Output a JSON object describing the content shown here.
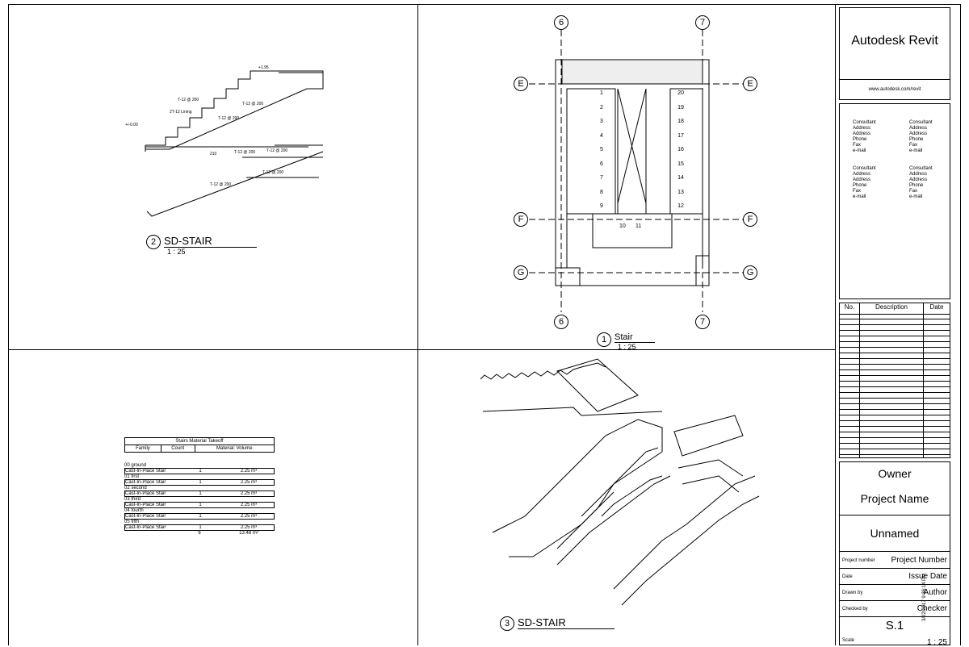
{
  "views": {
    "v2": {
      "number": "2",
      "name": "SD-STAIR",
      "scale": "1 : 25"
    },
    "v1": {
      "number": "1",
      "name": "Stair",
      "scale": "1 : 25"
    },
    "v3": {
      "number": "3",
      "name": "SD-STAIR",
      "scale": ""
    }
  },
  "grid": {
    "col_left": "6",
    "col_right": "7",
    "row_e": "E",
    "row_f": "F",
    "row_g": "G"
  },
  "steps_left": [
    "1",
    "2",
    "3",
    "4",
    "5",
    "6",
    "7",
    "8",
    "9"
  ],
  "steps_mid": [
    "10",
    "11"
  ],
  "steps_right": [
    "20",
    "19",
    "18",
    "17",
    "16",
    "15",
    "14",
    "13",
    "12"
  ],
  "schedule": {
    "title": "Stairs Material Takeoff",
    "headers": [
      "Family",
      "Count",
      "Material: Volume"
    ],
    "groups": [
      {
        "level": "00 ground",
        "family": "Cast-In-Place Stair",
        "count": "1",
        "volume": "2.25 m³"
      },
      {
        "level": "01 first",
        "family": "Cast-In-Place Stair",
        "count": "1",
        "volume": "2.25 m³"
      },
      {
        "level": "02 second",
        "family": "Cast-In-Place Stair",
        "count": "1",
        "volume": "2.25 m³"
      },
      {
        "level": "03 third",
        "family": "Cast-In-Place Stair",
        "count": "1",
        "volume": "2.25 m³"
      },
      {
        "level": "04 fourth",
        "family": "Cast-In-Place Stair",
        "count": "1",
        "volume": "2.25 m³"
      },
      {
        "level": "05 fifth",
        "family": "Cast-In-Place Stair",
        "count": "1",
        "volume": "2.25 m³"
      }
    ],
    "total_count": "6",
    "total_volume": "13.48 m³"
  },
  "titleblock": {
    "brand": "Autodesk Revit",
    "url": "www.autodesk.com/revit",
    "consultant": [
      "Consultant",
      "Address",
      "Address",
      "Phone",
      "Fax",
      "e-mail"
    ],
    "rev_headers": [
      "No.",
      "Description",
      "Date"
    ],
    "owner": "Owner",
    "project_name": "Project Name",
    "sheet_name": "Unnamed",
    "rows": [
      {
        "label": "Project number",
        "value": "Project Number"
      },
      {
        "label": "Date",
        "value": "Issue Date"
      },
      {
        "label": "Drawn by",
        "value": "Author"
      },
      {
        "label": "Checked by",
        "value": "Checker"
      }
    ],
    "sheet_number": "S.1",
    "scale_label": "Scale",
    "scale_value": "1 : 25",
    "side_stamp": "3/22/2017 9:36:14 PM"
  }
}
